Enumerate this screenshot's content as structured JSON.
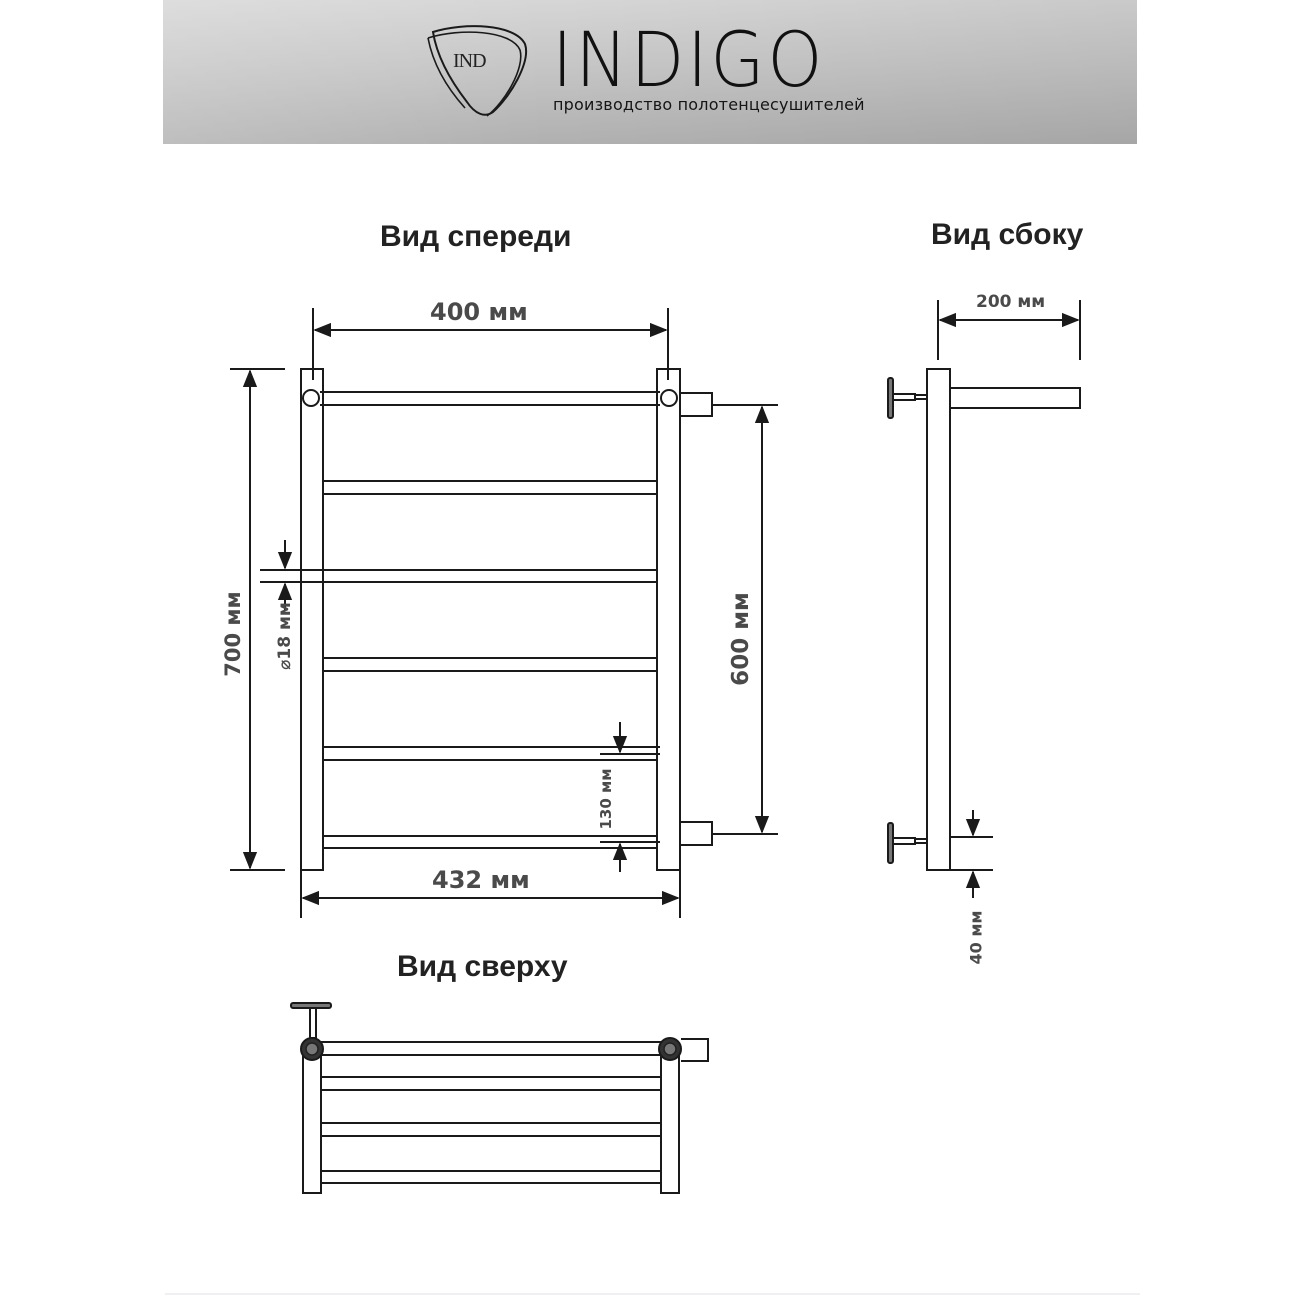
{
  "header": {
    "logo_mark": "IND",
    "brand": "INDIGO",
    "tagline": "производство полотенцесушителей",
    "banner_color_top": "#d6d6d6",
    "banner_color_bottom": "#b0b0b0"
  },
  "views": {
    "front": {
      "title": "Вид спереди",
      "dimensions": {
        "width_centers": "400 мм",
        "overall_width": "432 мм",
        "overall_height": "700 мм",
        "connection_distance": "600 мм",
        "pipe_diameter": "⌀18 мм",
        "rung_spacing": "130 мм"
      },
      "rung_count": 6
    },
    "side": {
      "title": "Вид сбоку",
      "dimensions": {
        "depth": "200 мм",
        "bottom_offset": "40 мм"
      }
    },
    "top": {
      "title": "Вид сверху"
    }
  },
  "colors": {
    "line": "#1a1a1a",
    "dimension_text": "#4a4a4a",
    "title_text": "#222222"
  }
}
